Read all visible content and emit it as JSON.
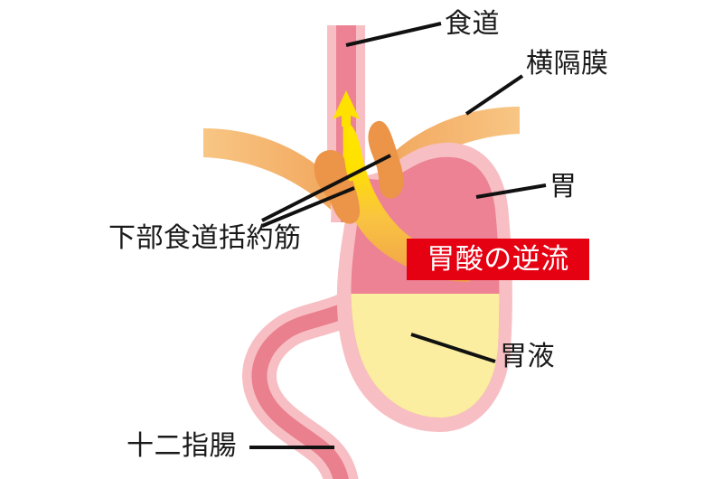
{
  "diagram": {
    "title": "胃酸の逆流",
    "labels": {
      "esophagus": "食道",
      "diaphragm": "横隔膜",
      "stomach": "胃",
      "lower_esophageal_sphincter": "下部食道括約筋",
      "gastric_juice": "胃液",
      "duodenum": "十二指腸"
    },
    "banner": {
      "text": "胃酸の逆流",
      "background_color": "#e50012",
      "text_color": "#ffffff"
    },
    "colors": {
      "background": "#ffffff",
      "organ_outer_wall": "#f7bfc4",
      "organ_inner_lining": "#ea7f8e",
      "esophagus_lumen": "#ec8293",
      "sphincter_muscle": "#ec9448",
      "diaphragm_band": "#f8c684",
      "gastric_juice": "#fbeea0",
      "reflux_stream_top": "#ffe600",
      "reflux_stream_bottom": "#f0a04b",
      "arrow": "#ffe100",
      "leader_line": "#111111",
      "label_text": "#1a1a1a"
    }
  }
}
